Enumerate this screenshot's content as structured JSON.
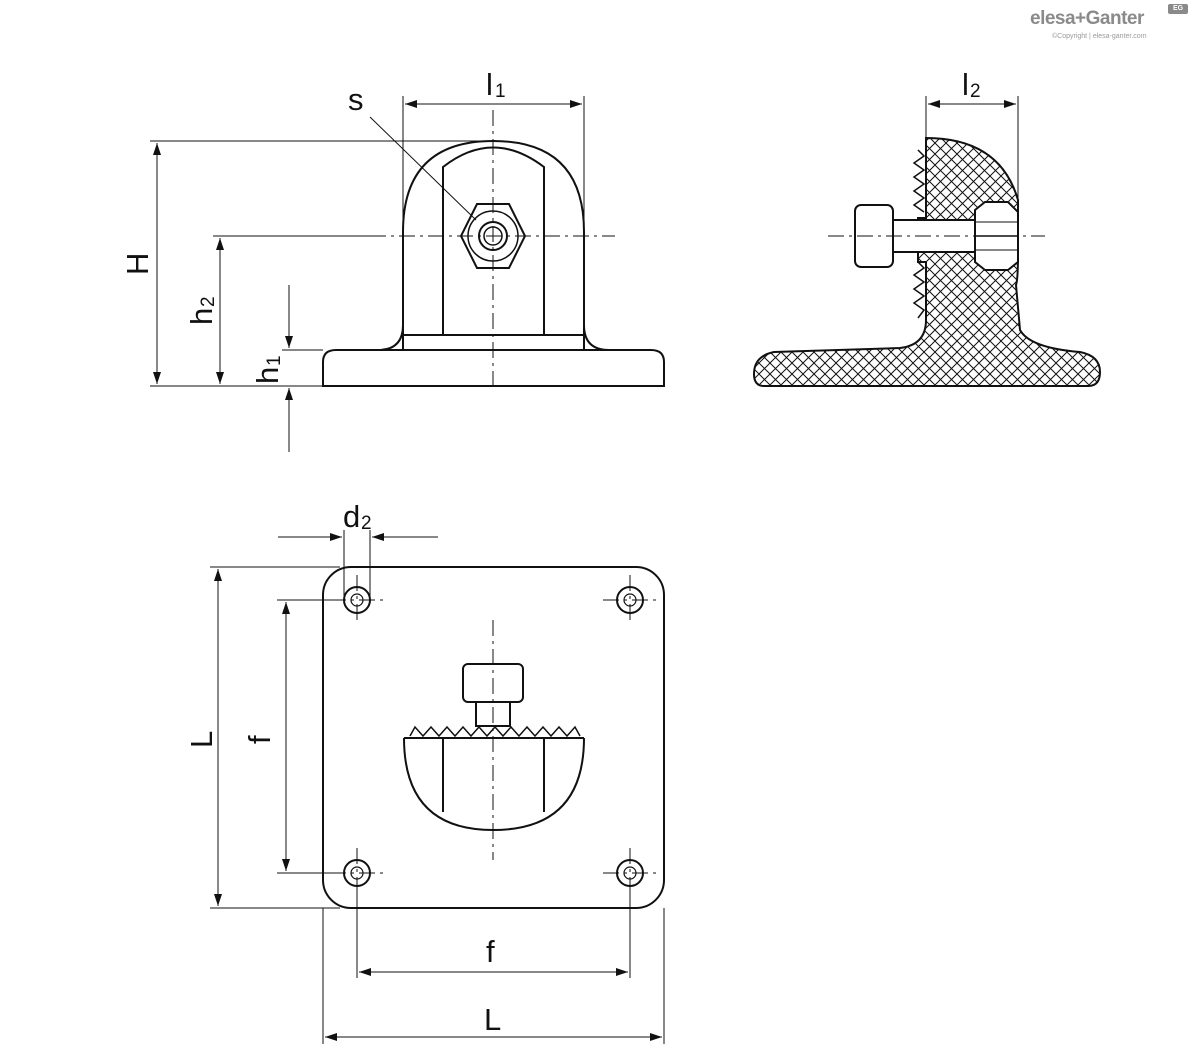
{
  "logo": {
    "brand": "elesa+Ganter",
    "badge": "EG",
    "copyright": "©Copyright | elesa-ganter.com"
  },
  "labels": {
    "s": "s",
    "l1_main": "l",
    "l1_sub": "1",
    "l2_main": "l",
    "l2_sub": "2",
    "H": "H",
    "h2_main": "h",
    "h2_sub": "2",
    "h1_main": "h",
    "h1_sub": "1",
    "d2_main": "d",
    "d2_sub": "2",
    "L_vertical": "L",
    "f_vertical": "f",
    "f_horizontal": "f",
    "L_horizontal": "L"
  },
  "colors": {
    "line": "#111111",
    "background": "#ffffff",
    "logo": "#8a8a8a"
  }
}
